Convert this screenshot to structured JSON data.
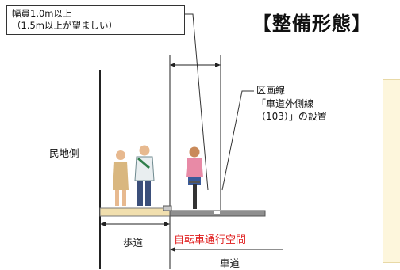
{
  "title": "【整備形態】",
  "width_note": {
    "line1": "幅員1.0m以上",
    "line2": "（1.5m以上が望ましい）"
  },
  "marking_note": {
    "line1": "区画線",
    "line2": "「車道外側線",
    "line3": "（103）」の設置"
  },
  "labels": {
    "private_side": "民地側",
    "sidewalk": "歩道",
    "bike_lane": "自転車通行空間",
    "roadway": "車道"
  },
  "colors": {
    "bike_lane_text": "#e02020",
    "sidewalk_fill": "#f1dfae",
    "roadway_fill": "#8f8f8f",
    "panel_fill": "#fdf6dc"
  }
}
